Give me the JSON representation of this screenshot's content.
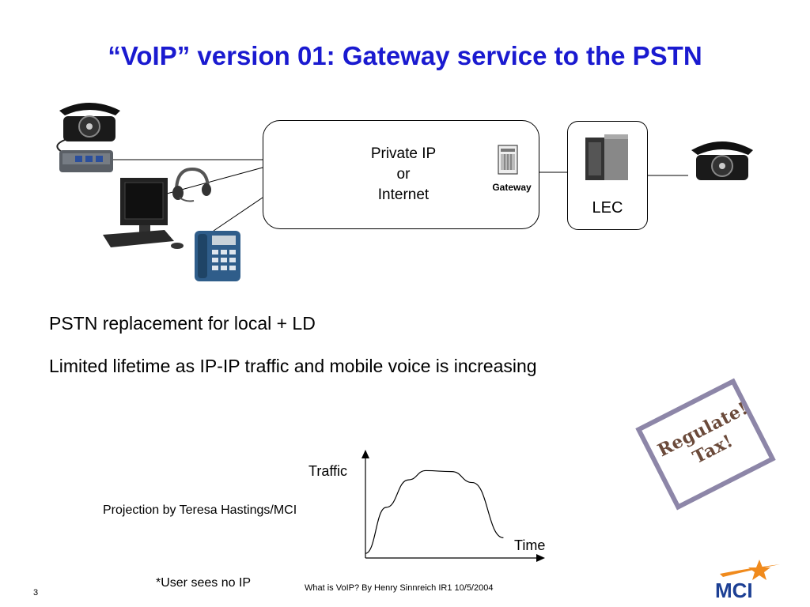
{
  "slide": {
    "title": "“VoIP” version 01: Gateway service to the PSTN",
    "page_number": "3",
    "footer": "What is VoIP? By Henry Sinnreich IR1  10/5/2004"
  },
  "diagram": {
    "cloud_lines": [
      "Private IP",
      "or",
      "Internet"
    ],
    "gateway_label": "Gateway",
    "lec_label": "LEC"
  },
  "bullets": [
    "PSTN replacement for local + LD",
    "Limited lifetime as IP-IP traffic and mobile voice is increasing"
  ],
  "stamp": {
    "lines": [
      "Regulate!",
      "Tax!"
    ]
  },
  "chart_data": {
    "type": "line",
    "xlabel": "Time",
    "ylabel": "Traffic",
    "series": [
      {
        "x": [
          0,
          0.12,
          0.25,
          0.35,
          0.5,
          0.62,
          0.8
        ],
        "y": [
          0.05,
          0.55,
          0.85,
          0.95,
          0.94,
          0.82,
          0.22
        ]
      }
    ],
    "xlim": [
      0,
      1
    ],
    "ylim": [
      0,
      1.1
    ],
    "grid": false
  },
  "annotations": {
    "projection": "Projection by Teresa Hastings/MCI",
    "note": "*User sees no IP"
  },
  "logo": {
    "text": "MCI",
    "color": "#1c3f94",
    "accent": "#f08a1c"
  },
  "colors": {
    "title": "#1a1ad0",
    "stamp_border": "#8d86a8",
    "stamp_text": "#6b4a3a"
  }
}
